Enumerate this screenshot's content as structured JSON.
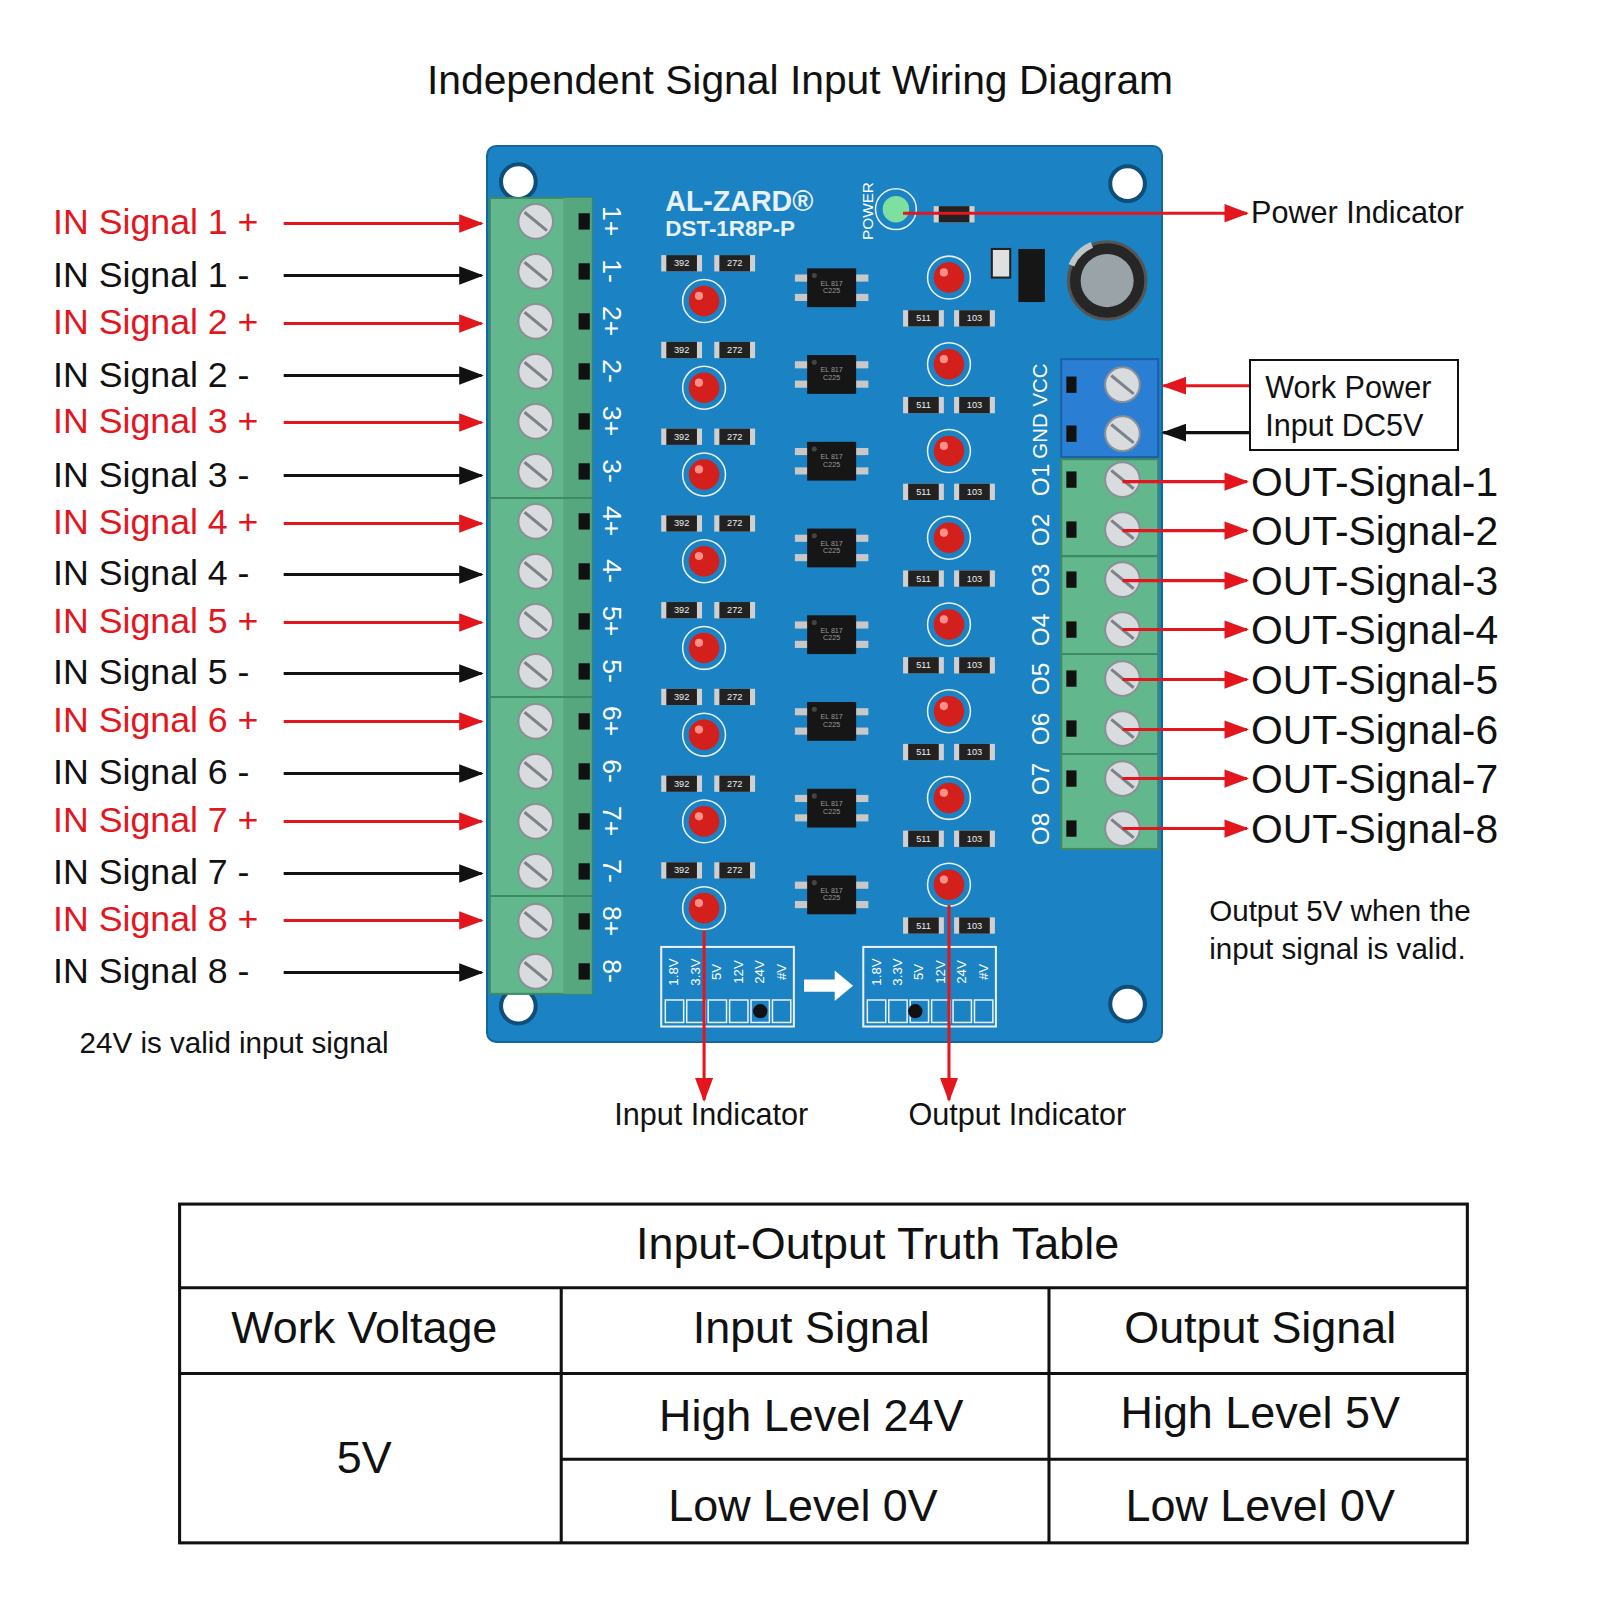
{
  "diagram": {
    "title": "Independent Signal Input Wiring Diagram",
    "nodes": [
      {
        "text": [
          "AL-ZARD®",
          "DST-1R8P-P"
        ]
      },
      {
        "text": [
          "Work Power Input DC5V"
        ]
      }
    ],
    "edges": [
      {
        "from": 1,
        "to": 0,
        "arrow": "to"
      },
      {
        "from": 1,
        "to": 0,
        "arrow": "to"
      }
    ],
    "labels": [
      "IN Signal 1 +",
      "IN Signal 1 -",
      "IN Signal 2 +",
      "IN Signal 2 -",
      "IN Signal 3 +",
      "IN Signal 3 -",
      "IN Signal 4 +",
      "IN Signal 4 -",
      "IN Signal 5 +",
      "IN Signal 5 -",
      "IN Signal 6 +",
      "IN Signal 6 -",
      "IN Signal 7 +",
      "IN Signal 7 -",
      "IN Signal 8 +",
      "IN Signal 8 -",
      "24V is valid input signal",
      "Power Indicator",
      "OUT-Signal-1",
      "OUT-Signal-2",
      "OUT-Signal-3",
      "OUT-Signal-4",
      "OUT-Signal-5",
      "OUT-Signal-6",
      "OUT-Signal-7",
      "OUT-Signal-8",
      "Output 5V when the input signal is valid.",
      "Input Indicator",
      "Output Indicator",
      "POWER",
      "1+",
      "1-",
      "2+",
      "2-",
      "3+",
      "3-",
      "4+",
      "4-",
      "5+",
      "5-",
      "6+",
      "6-",
      "7+",
      "7-",
      "8+",
      "8-",
      "VCC",
      "GND",
      "O1",
      "O2",
      "O3",
      "O4",
      "O5",
      "O6",
      "O7",
      "O8",
      "1.8V",
      "3.3V",
      "5V",
      "12V",
      "24V",
      "#V",
      "1.8V",
      "3.3V",
      "5V",
      "12V",
      "24V",
      "#V",
      "392",
      "272",
      "EL 817 C225",
      "511",
      "103",
      "392",
      "272",
      "EL 817 C225",
      "511",
      "103",
      "392",
      "272",
      "EL 817 C225",
      "511",
      "103",
      "392",
      "272",
      "EL 817 C225",
      "511",
      "103",
      "392",
      "272",
      "EL 817 C225",
      "511",
      "103",
      "392",
      "272",
      "EL 817 C225",
      "511",
      "103",
      "392",
      "272",
      "EL 817 C225",
      "511",
      "103",
      "392",
      "272",
      "EL 817 C225",
      "511",
      "103",
      "Input-Output Truth Table",
      "Work Voltage",
      "Input Signal",
      "Output Signal",
      "5V",
      "High Level 24V",
      "High Level 5V",
      "Low Level 0V",
      "Low Level 0V"
    ]
  }
}
